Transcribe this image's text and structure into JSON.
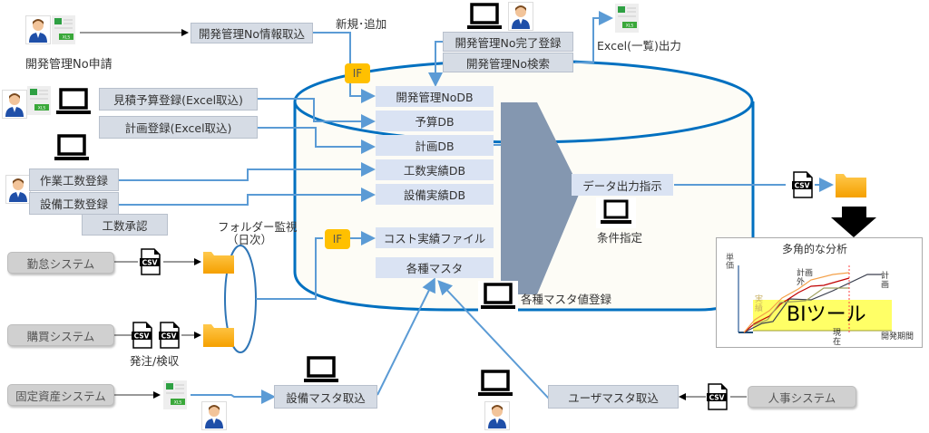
{
  "top": {
    "request_label": "開発管理No申請",
    "info_import": "開発管理No情報取込",
    "new_add": "新規･追加",
    "complete_register": "開発管理No完了登録",
    "search": "開発管理No検索",
    "excel_output": "Excel(一覧)出力"
  },
  "left_inputs": {
    "estimate_budget": "見積予算登録(Excel取込)",
    "plan_register": "計画登録(Excel取込)",
    "work_hours": "作業工数登録",
    "equipment_hours": "設備工数登録",
    "hours_approval": "工数承認"
  },
  "interface": {
    "if_label": "IF",
    "folder_watch": "フォルダー監視",
    "folder_watch_sub": "（日次）"
  },
  "database": {
    "items": [
      "開発管理NoDB",
      "予算DB",
      "計画DB",
      "工数実績DB",
      "設備実績DB",
      "コスト実績ファイル",
      "各種マスタ"
    ],
    "master_value_register": "各種マスタ値登録"
  },
  "output": {
    "data_output": "データ出力指示",
    "condition": "条件指定"
  },
  "external_systems": {
    "attendance": "勤怠システム",
    "purchasing": "購買システム",
    "purchasing_note": "発注/検収",
    "fixed_assets": "固定資産システム",
    "hr": "人事システム",
    "equipment_master_import": "設備マスタ取込",
    "user_master_import": "ユーザマスタ取込"
  },
  "bi": {
    "title": "多角的な分析",
    "yaxis": "単価",
    "xaxis": "開発期間",
    "now_label": "現在",
    "plan_label": "計画",
    "unplanned_label": "計画外",
    "actual_label": "実績",
    "tool_label": "BIツール",
    "highlight_color": "#ffff66"
  },
  "icons": {
    "csv_text": "CSV",
    "xls_text": "XLS"
  },
  "colors": {
    "line_blue": "#5b9bd5",
    "db_outline": "#0070c0",
    "arrow_gray": "#8497b0",
    "if_orange": "#ffc000"
  }
}
